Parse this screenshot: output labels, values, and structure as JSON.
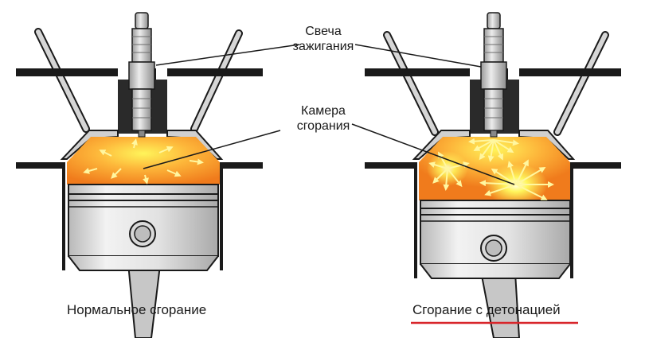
{
  "labels": {
    "spark_plug_line1": "Свеча",
    "spark_plug_line2": "зажигания",
    "chamber_line1": "Камера",
    "chamber_line2": "сгорания"
  },
  "captions": {
    "normal": "Нормальное сгорание",
    "detonation": "Сгорание с детонацией"
  },
  "colors": {
    "accent_underline": "#d8262b",
    "flame_core": "#fff45a",
    "flame_edge": "#f07b1c",
    "metal": "#c9c9c9",
    "outline": "#1a1a1a"
  },
  "icons": {
    "spark_plug": "spark-plug-icon",
    "piston": "piston-icon",
    "valve": "valve-icon",
    "flame_arrow": "flame-arrow-icon"
  }
}
